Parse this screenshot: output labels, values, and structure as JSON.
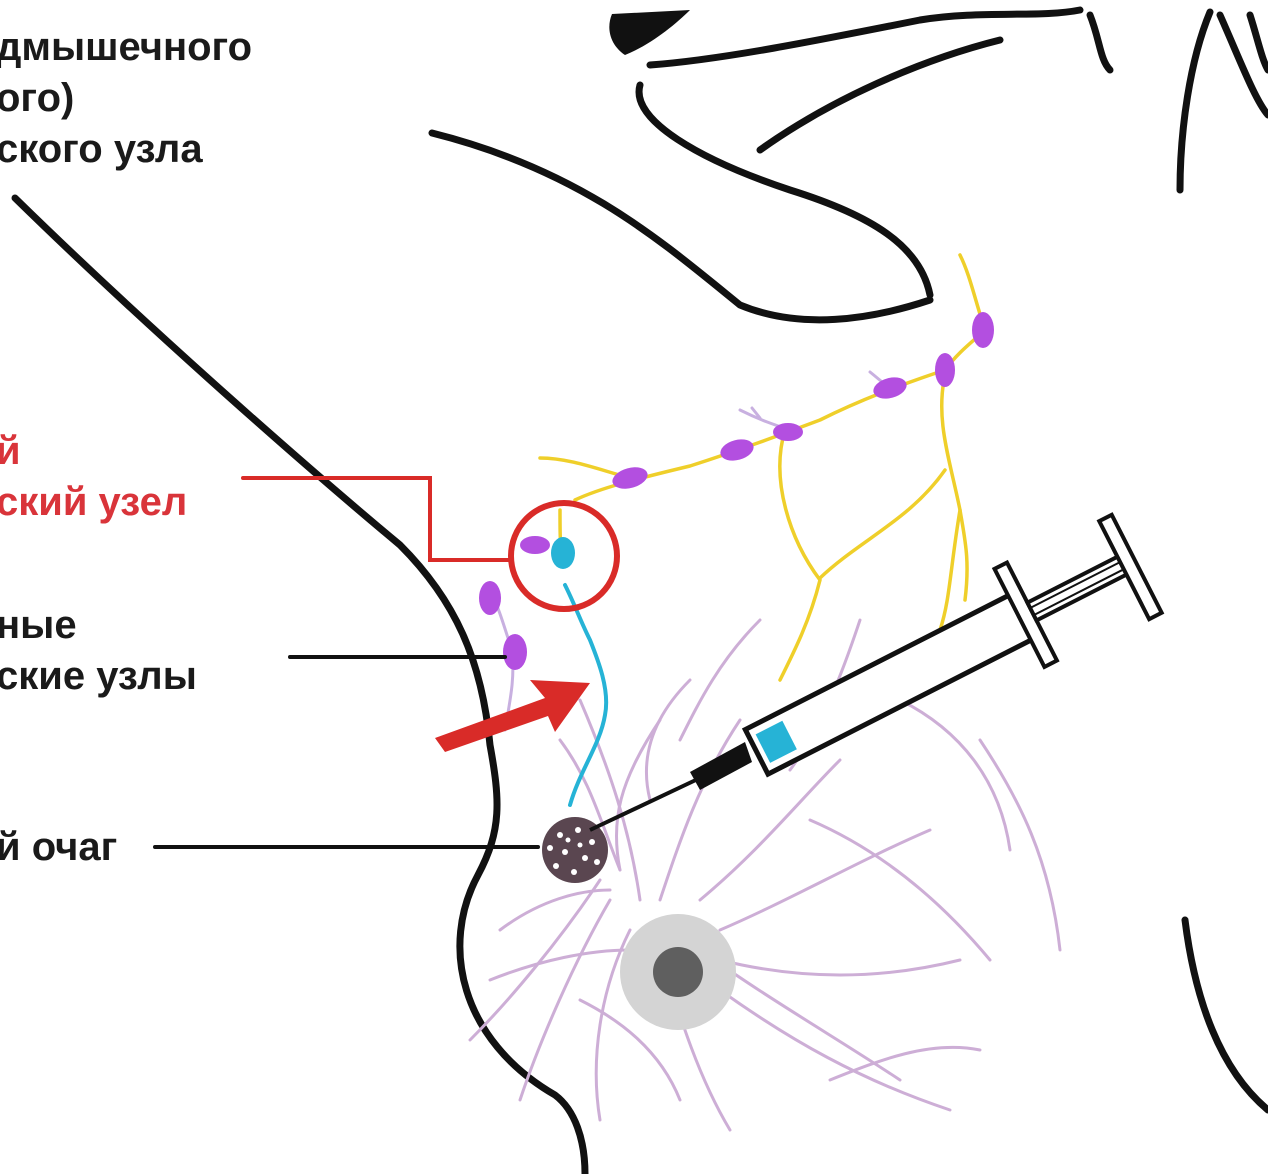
{
  "labels": {
    "axillary_biopsy": [
      "дмышечного",
      "ого)",
      "ского узла"
    ],
    "sentinel_node": [
      "й",
      "ский узел"
    ],
    "lymph_nodes": [
      "ные",
      "ские узлы"
    ],
    "tumor": [
      "й очаг"
    ]
  },
  "colors": {
    "outline": "#111111",
    "lymph_vessel": "#efcf2a",
    "lymph_node": "#b34fe0",
    "tracer": "#26b3d6",
    "highlight": "#d92b28",
    "breast_vessel": "#cdaed6",
    "areola": "#d4d4d4",
    "nipple": "#5f5f5f",
    "tumor": "#5a4650"
  }
}
